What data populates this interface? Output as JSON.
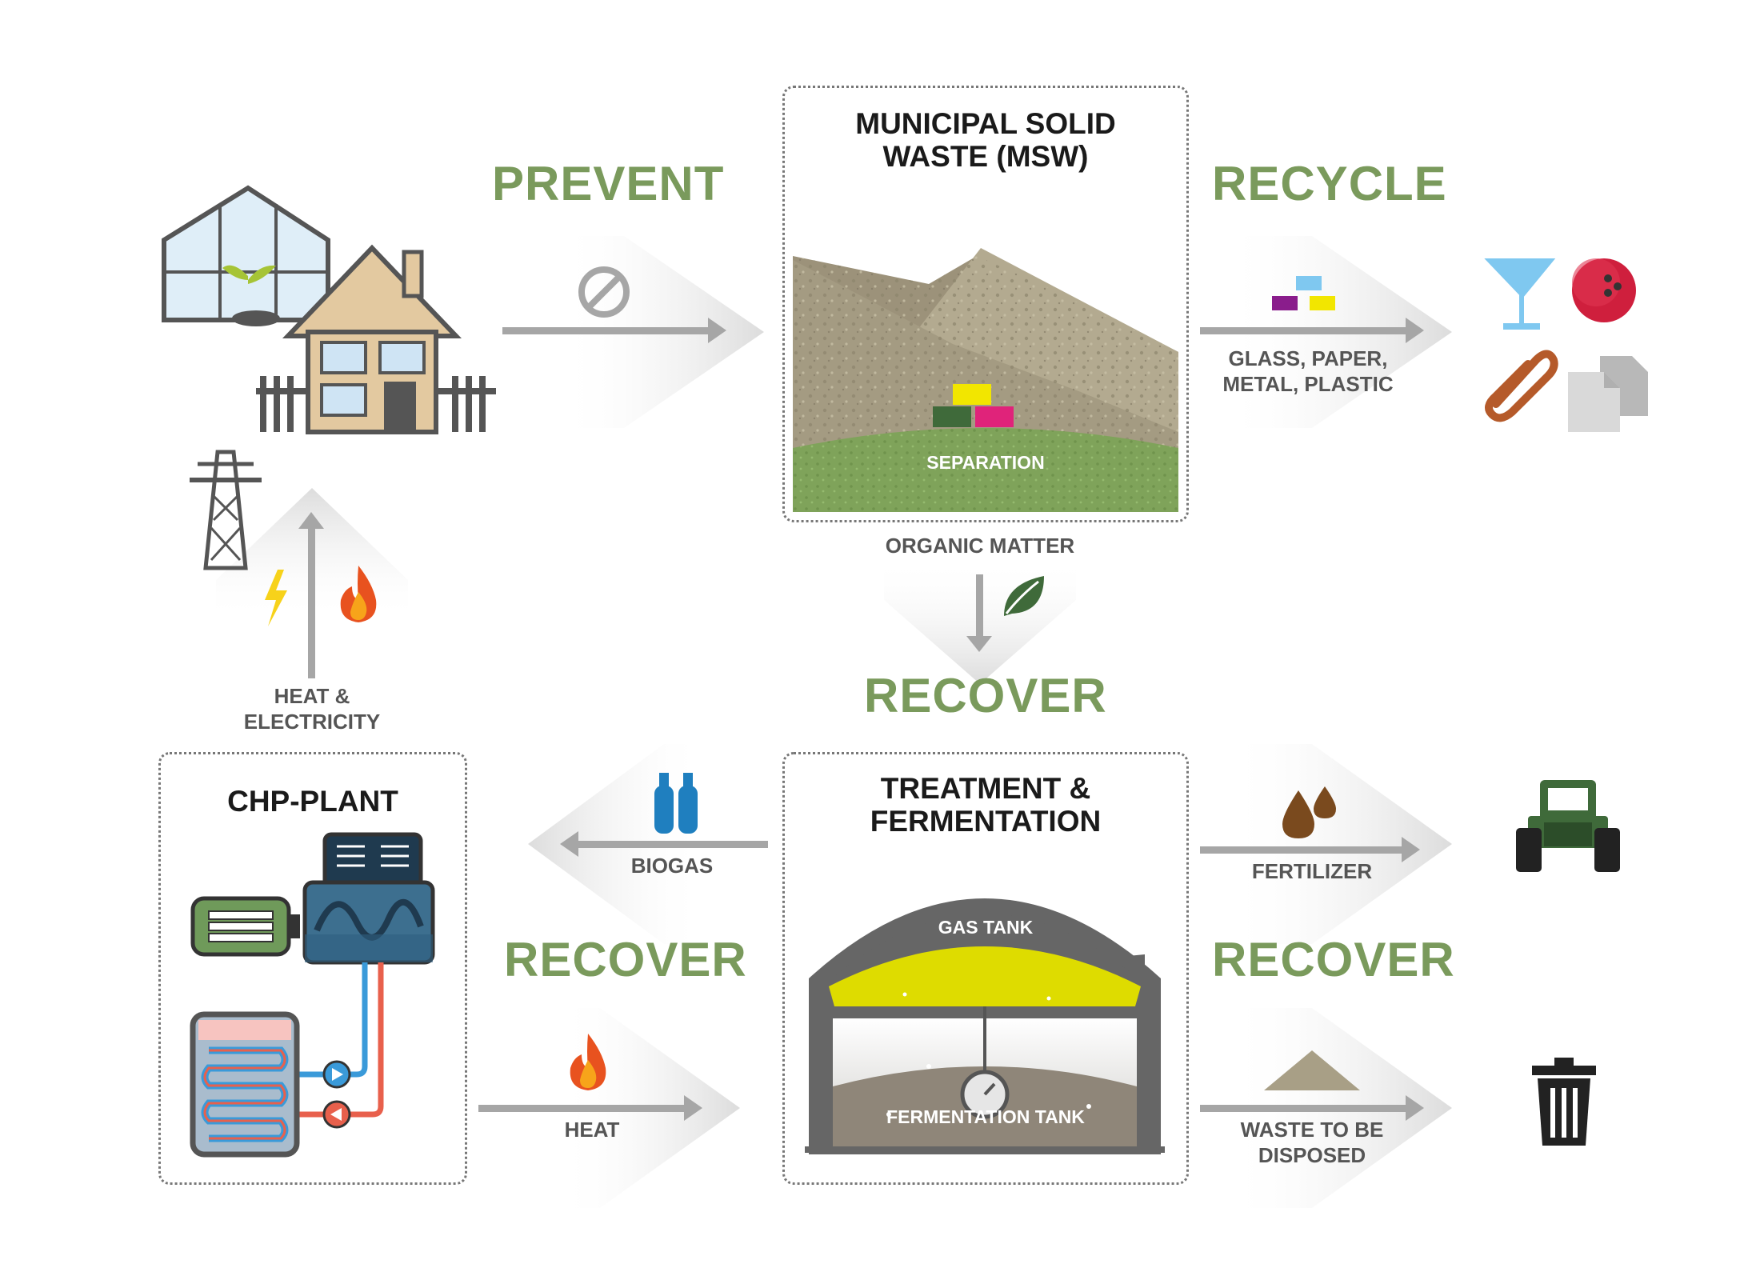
{
  "stages": {
    "prevent": "PREVENT",
    "recycle": "RECYCLE",
    "recover_center": "RECOVER",
    "recover_left": "RECOVER",
    "recover_right": "RECOVER"
  },
  "boxes": {
    "msw": {
      "title_line1": "MUNICIPAL SOLID",
      "title_line2": "WASTE (MSW)",
      "separation": "SEPARATION"
    },
    "treatment": {
      "title_line1": "TREATMENT &",
      "title_line2": "FERMENTATION",
      "gas_tank": "GAS TANK",
      "fermentation_tank": "FERMENTATION TANK"
    },
    "chp": {
      "title": "CHP-PLANT"
    }
  },
  "flows": {
    "recyclables_line1": "GLASS, PAPER,",
    "recyclables_line2": "METAL, PLASTIC",
    "organic": "ORGANIC MATTER",
    "heat_elec_line1": "HEAT &",
    "heat_elec_line2": "ELECTRICITY",
    "biogas": "BIOGAS",
    "heat": "HEAT",
    "fertilizer": "FERTILIZER",
    "waste_line1": "WASTE TO BE",
    "waste_line2": "DISPOSED"
  },
  "icons": [
    "greenhouse-icon",
    "house-icon",
    "prevent-icon",
    "glass-icon",
    "bowling-ball-icon",
    "paperclip-icon",
    "paper-icon",
    "power-pylon-icon",
    "lightning-icon",
    "flame-icon",
    "leaf-icon",
    "gas-cylinder-icon",
    "drops-icon",
    "tractor-icon",
    "sand-pile-icon",
    "trash-can-icon",
    "generator-icon",
    "engine-icon",
    "heat-exchanger-icon"
  ],
  "colors": {
    "stage_green": "#7a9a5c",
    "arrow_gray": "#a6a6a6",
    "gas_yellow": "#dedc00",
    "mound_brown": "#a89f86",
    "grass_green": "#7fa35a"
  }
}
